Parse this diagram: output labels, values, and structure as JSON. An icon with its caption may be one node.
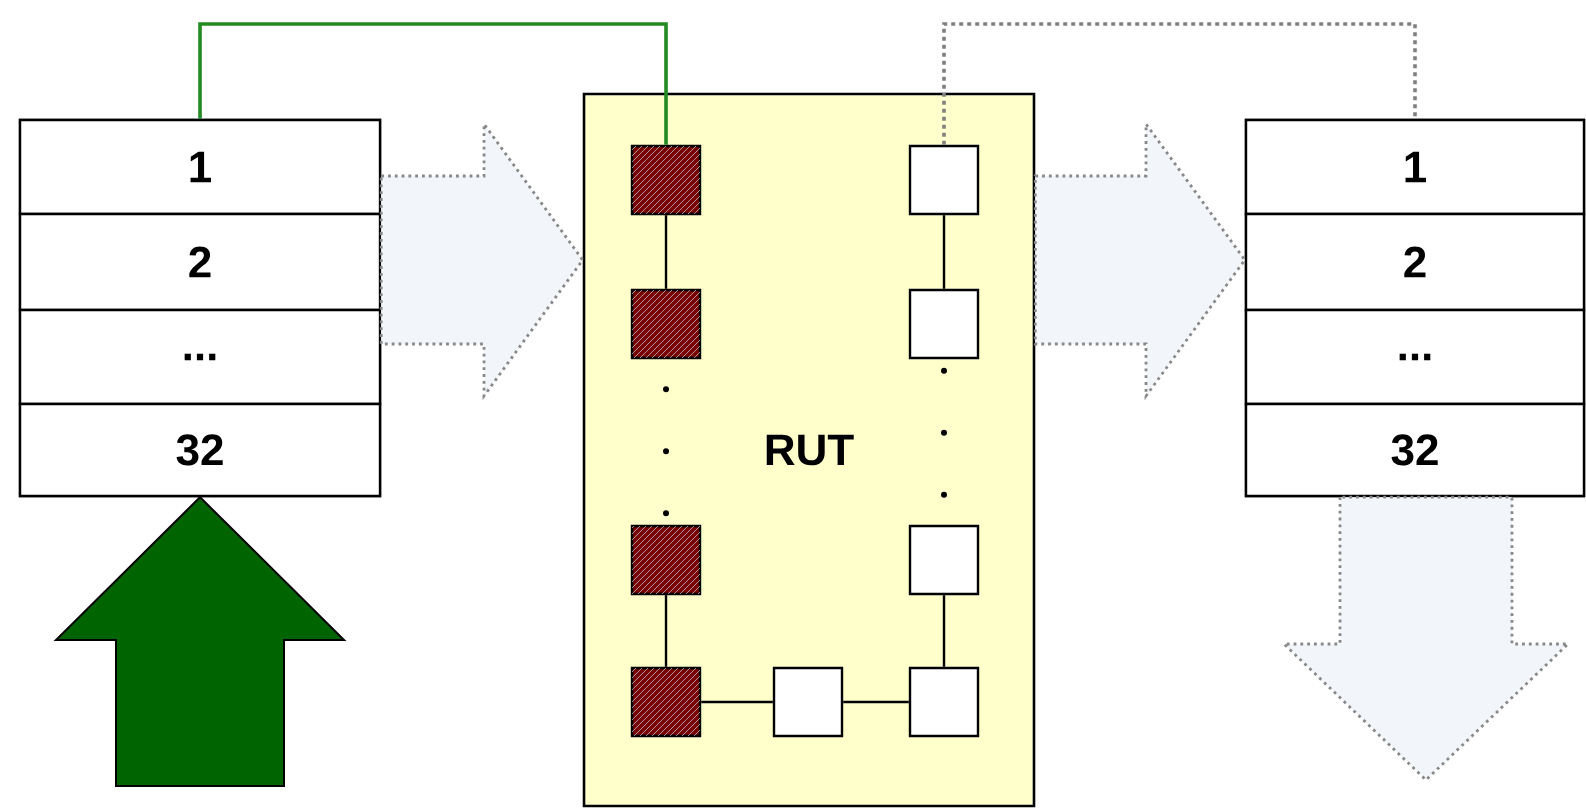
{
  "diagram": {
    "nodes": [
      {
        "text": [],
        "shape": "box"
      },
      {
        "text": [
          "1"
        ],
        "in": 0
      },
      {
        "text": [
          "2"
        ],
        "in": 0
      },
      {
        "text": [
          "..."
        ],
        "in": 0
      },
      {
        "text": [
          "32"
        ],
        "in": 0
      },
      {
        "text": [
          "RUT"
        ]
      },
      {
        "text": [],
        "shape": "box",
        "in": 5
      },
      {
        "text": [],
        "shape": "box",
        "in": 5
      },
      {
        "text": [],
        "shape": "box",
        "in": 5
      },
      {
        "text": [],
        "shape": "box",
        "in": 5
      },
      {
        "text": [],
        "shape": "box",
        "in": 5
      },
      {
        "text": [],
        "shape": "box",
        "in": 5
      },
      {
        "text": [],
        "shape": "box",
        "in": 5
      },
      {
        "text": [],
        "shape": "box",
        "in": 5
      },
      {
        "text": [],
        "shape": "box",
        "in": 5
      },
      {
        "text": [],
        "shape": "box"
      },
      {
        "text": [
          "1"
        ],
        "in": 15
      },
      {
        "text": [
          "2"
        ],
        "in": 15
      },
      {
        "text": [
          "..."
        ],
        "in": 15
      },
      {
        "text": [
          "32"
        ],
        "in": 15
      }
    ],
    "edges": [
      {
        "from": null,
        "to": 0,
        "arrow": "to",
        "color": "#006400"
      },
      {
        "from": 0,
        "to": 5,
        "arrow": "to",
        "style": "dashed"
      },
      {
        "from": 5,
        "to": 15,
        "arrow": "to",
        "style": "dashed"
      },
      {
        "from": 15,
        "to": null,
        "arrow": "to",
        "style": "dashed"
      },
      {
        "from": 1,
        "to": 6,
        "arrow": "none",
        "color": "#228b22"
      },
      {
        "from": 11,
        "to": 16,
        "arrow": "none",
        "style": "dashed",
        "color": "#808080"
      },
      {
        "from": 6,
        "to": 7,
        "arrow": "none"
      },
      {
        "from": 7,
        "to": 8,
        "arrow": "none",
        "style": "dashed"
      },
      {
        "from": 8,
        "to": 9,
        "arrow": "none"
      },
      {
        "from": 9,
        "to": 10,
        "arrow": "none"
      },
      {
        "from": 10,
        "to": 14,
        "arrow": "none"
      },
      {
        "from": 14,
        "to": 13,
        "arrow": "none"
      },
      {
        "from": 13,
        "to": 12,
        "arrow": "none",
        "style": "dashed"
      },
      {
        "from": 12,
        "to": 11,
        "arrow": "none"
      }
    ]
  }
}
